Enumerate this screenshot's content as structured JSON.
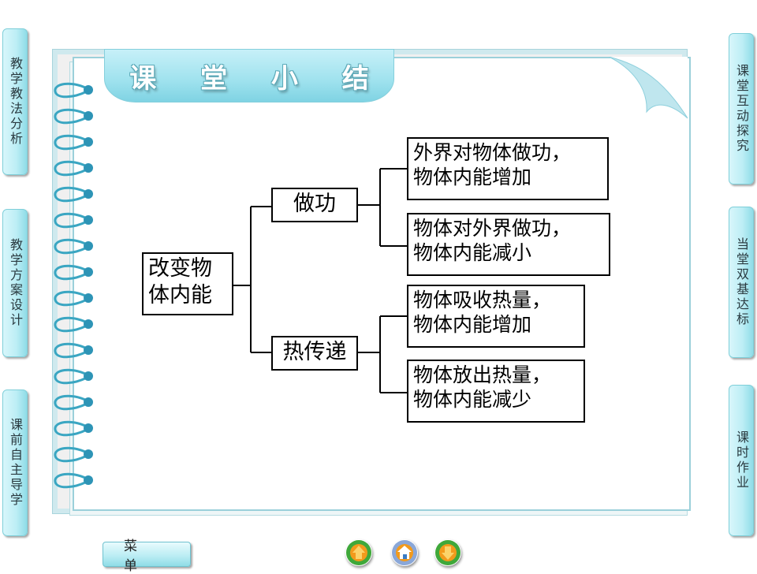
{
  "title": "课 堂 小 结",
  "left_tabs": [
    "教学教法分析",
    "教学方案设计",
    "课前自主导学"
  ],
  "right_tabs": [
    "课堂互动探究",
    "当堂双基达标",
    "课时作业"
  ],
  "diagram": {
    "root": "改变物\n体内能",
    "branches": [
      {
        "label": "做功",
        "leaves": [
          "外界对物体做功，\n物体内能增加",
          "物体对外界做功，\n物体内能减小"
        ]
      },
      {
        "label": "热传递",
        "leaves": [
          "物体吸收热量，\n物体内能增加",
          "物体放出热量，\n物体内能减少"
        ]
      }
    ]
  },
  "bottom_nav": {
    "menu_label": "菜单",
    "icons": [
      "previous-icon",
      "home-icon",
      "next-icon"
    ]
  },
  "colors": {
    "accent": "#9fe2ee",
    "nav_orange": "#f29a1c",
    "nav_green": "#3fa83a"
  }
}
